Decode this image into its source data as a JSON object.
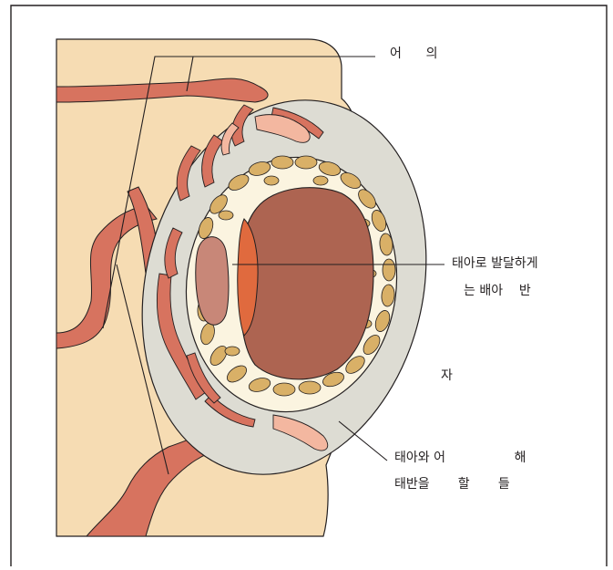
{
  "labels": {
    "top": "어      의",
    "fetal_1": "태아로 발달하게",
    "fetal_2": "는 배아    반",
    "middle": "자",
    "bottom_1": "태아와 어                 해",
    "bottom_2": "태반을       할       들"
  },
  "colors": {
    "uterine_wall": "#f6dcb3",
    "decidua": "#dddcd3",
    "vessel": "#d7735f",
    "blastocyst_cavity": "#fbf4e0",
    "trophoblast_cells": "#d9b067",
    "inner_cell_mass": "#ad6451",
    "embryonic_disc": "#e06a3e",
    "amnion": "#c88778",
    "line": "#231f20"
  }
}
